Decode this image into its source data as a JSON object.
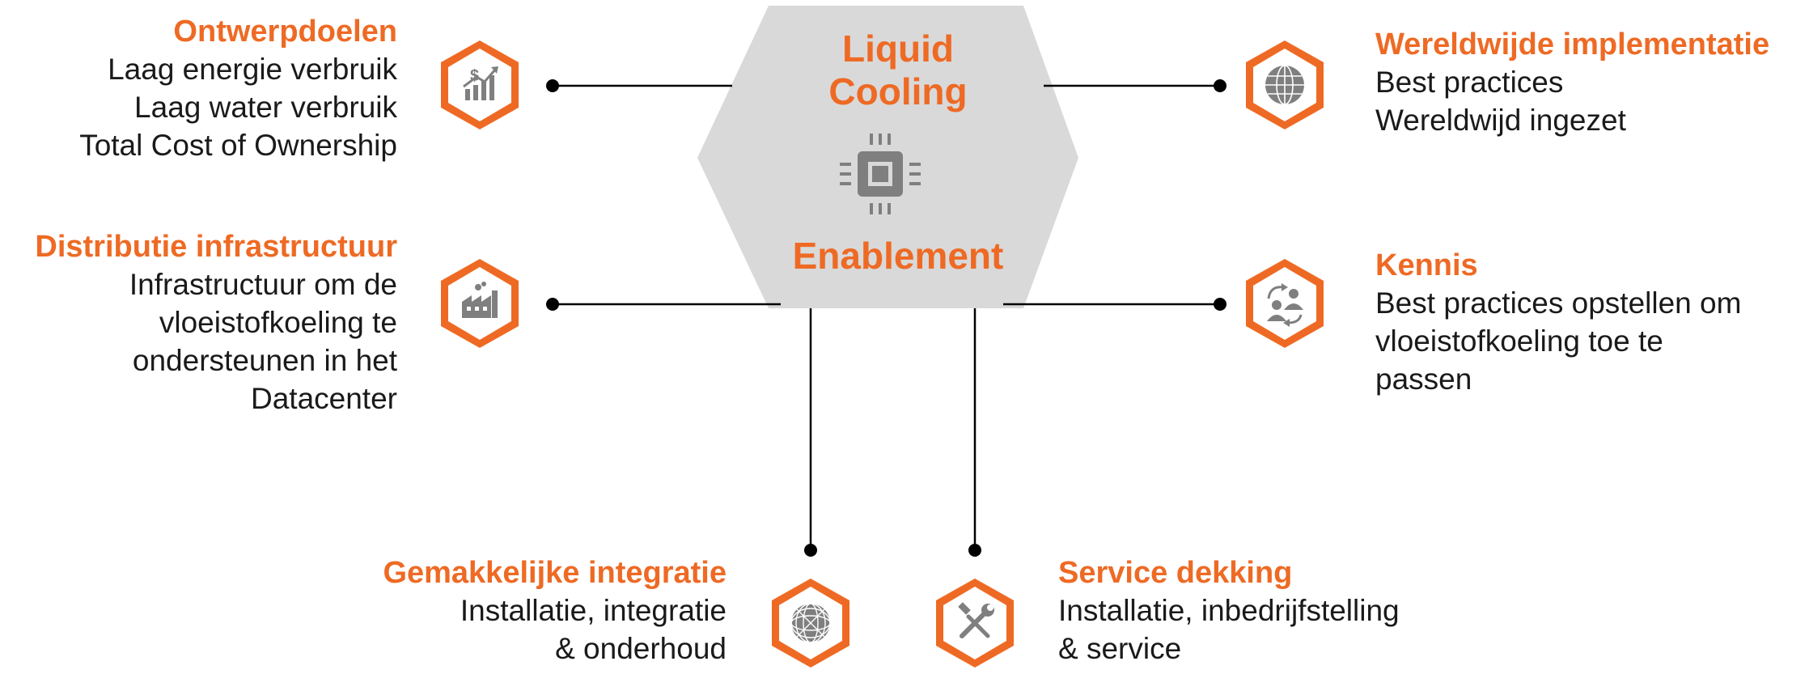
{
  "center": {
    "title_line1": "Liquid",
    "title_line2": "Cooling",
    "subtitle": "Enablement",
    "icon": "cpu-chip-icon"
  },
  "colors": {
    "accent": "#EE6A24",
    "hex_fill": "#D9D9D9",
    "icon_gray": "#7F7F7F",
    "text": "#1a1a1a",
    "line": "#000000"
  },
  "nodes": {
    "design": {
      "title": "Ontwerpdoelen",
      "lines": [
        "Laag energie verbruik",
        "Laag water verbruik",
        "Total Cost of Ownership"
      ],
      "icon": "finance-growth-icon"
    },
    "distribution": {
      "title": "Distributie infrastructuur",
      "lines": [
        "Infrastructuur om de",
        "vloeistofkoeling te",
        "ondersteunen in het",
        "Datacenter"
      ],
      "icon": "factory-icon"
    },
    "worldwide": {
      "title": "Wereldwijde implementatie",
      "lines": [
        "Best practices",
        "Wereldwijd ingezet"
      ],
      "icon": "globe-icon"
    },
    "knowledge": {
      "title": "Kennis",
      "lines": [
        "Best practices opstellen om",
        "vloeistofkoeling toe te",
        "passen"
      ],
      "icon": "people-exchange-icon"
    },
    "integration": {
      "title": "Gemakkelijke integratie",
      "lines": [
        "Installatie, integratie",
        "& onderhoud"
      ],
      "icon": "network-globe-icon"
    },
    "service": {
      "title": "Service dekking",
      "lines": [
        "Installatie, inbedrijfstelling",
        "& service"
      ],
      "icon": "tools-icon"
    }
  }
}
